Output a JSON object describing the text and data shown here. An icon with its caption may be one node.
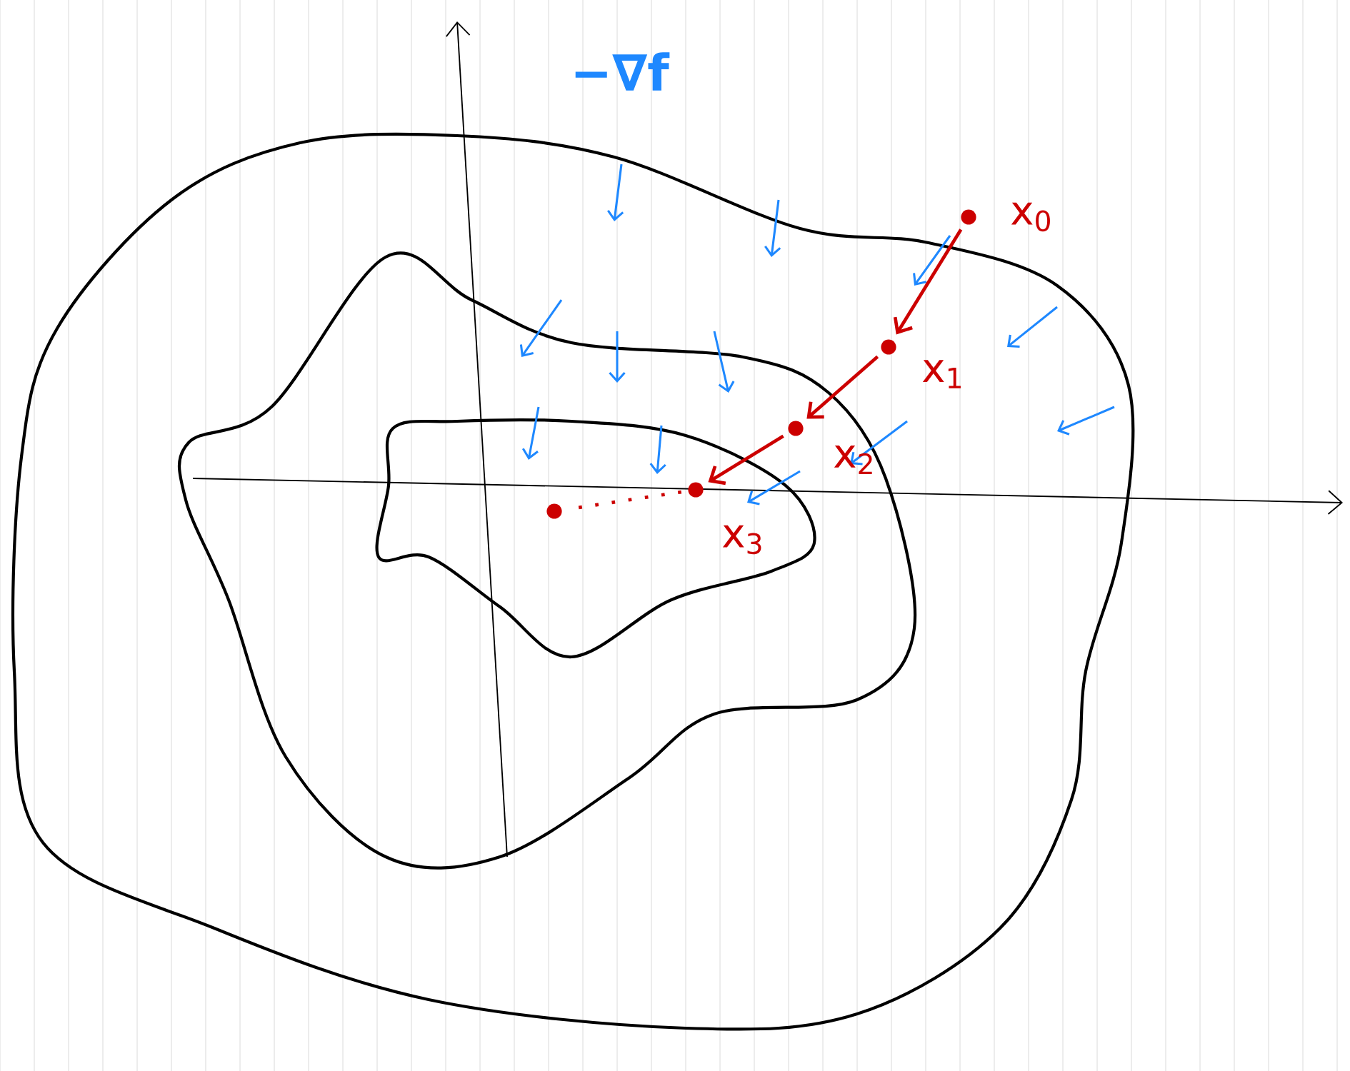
{
  "diagram": {
    "nodes": [
      {
        "text": [],
        "shape": "circle",
        "beside": [
          "x$_{0}$"
        ]
      },
      {
        "text": [],
        "shape": "circle",
        "beside": [
          "x$_{1}$"
        ]
      },
      {
        "text": [],
        "shape": "circle",
        "beside": [
          "x$_{2}$"
        ]
      },
      {
        "text": [],
        "shape": "circle",
        "beside": [
          "x$_{3}$"
        ]
      },
      {
        "text": [],
        "shape": "circle"
      }
    ],
    "edges": [
      {
        "from": 0,
        "to": 1,
        "arrow": "to"
      },
      {
        "from": 1,
        "to": 2,
        "arrow": "to"
      },
      {
        "from": 2,
        "to": 3,
        "arrow": "to"
      },
      {
        "from": 3,
        "to": 4,
        "arrow": "none",
        "style": "dashed"
      }
    ],
    "labels": [
      "−∇f"
    ]
  }
}
